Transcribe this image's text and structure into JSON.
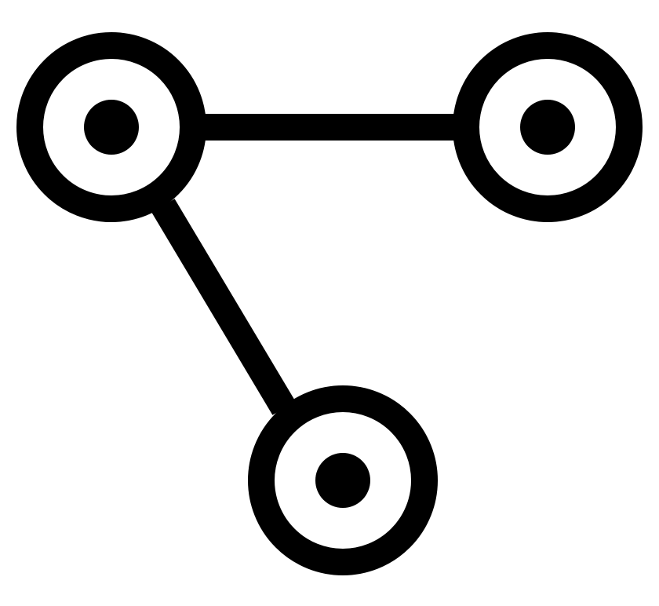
{
  "icon": {
    "name": "network-nodes-icon",
    "nodes": [
      "node-top-left",
      "node-top-right",
      "node-bottom"
    ],
    "connections": [
      [
        "node-top-left",
        "node-top-right"
      ],
      [
        "node-top-left",
        "node-bottom"
      ]
    ]
  },
  "colors": {
    "background": "#ffffff",
    "stroke": "#000000"
  }
}
